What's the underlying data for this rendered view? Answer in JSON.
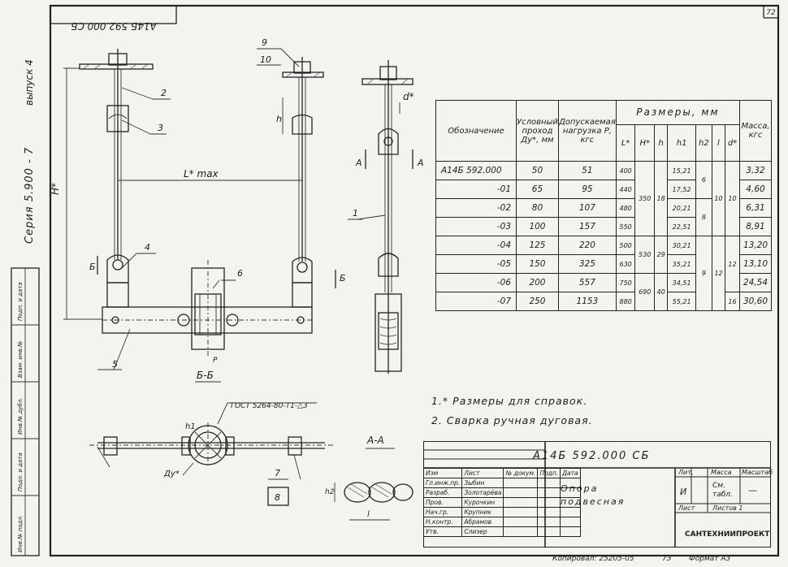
{
  "sheet": {
    "page_number": "72",
    "mirrored_code": "А14Б 592.000 СБ",
    "series": "Серия 5.900 - 7",
    "issue": "выпуск 4",
    "copied": "Копировал: 25205-05",
    "copy_page": "73",
    "format": "Формат А3",
    "side_stamp": [
      "Инв.№ подл.",
      "Подп. и дата",
      "Взам. инв.№",
      "Инв.№ дубл.",
      "Подп. и дата"
    ]
  },
  "drawing": {
    "callouts": [
      "1",
      "2",
      "3",
      "4",
      "5",
      "6",
      "7",
      "8",
      "9",
      "10"
    ],
    "dim_H": "H*",
    "dim_L": "L* max",
    "dim_h": "h",
    "dim_d": "d*",
    "section_A": "A",
    "section_B": "Б",
    "view_BB": "Б-Б",
    "view_AA": "А-А",
    "gost": "ГОСТ 5264-80-T1-△3",
    "dim_h1": "h1",
    "dim_h2": "h2",
    "dim_Dy": "Ду*",
    "dim_l": "l",
    "dim_P": "P"
  },
  "table": {
    "headers": {
      "designation": "Обозначение",
      "bore": "Условный проход Ду*, мм",
      "load": "Допускаемая нагрузка Р, кгс",
      "sizes": "Размеры, мм",
      "mass": "Масса, кгс",
      "cols": [
        "L*",
        "H*",
        "h",
        "h1",
        "h2",
        "l",
        "d*"
      ]
    },
    "rows": [
      {
        "code": "А14Б 592.000",
        "bore": "50",
        "load": "51",
        "L": "400",
        "h1": "15,21",
        "mass": "3,32"
      },
      {
        "code": "-01",
        "bore": "65",
        "load": "95",
        "L": "440",
        "h1": "17,52",
        "mass": "4,60"
      },
      {
        "code": "-02",
        "bore": "80",
        "load": "107",
        "L": "480",
        "h1": "20,21",
        "mass": "6,31"
      },
      {
        "code": "-03",
        "bore": "100",
        "load": "157",
        "L": "550",
        "h1": "22,51",
        "mass": "8,91"
      },
      {
        "code": "-04",
        "bore": "125",
        "load": "220",
        "L": "500",
        "h1": "30,21",
        "mass": "13,20"
      },
      {
        "code": "-05",
        "bore": "150",
        "load": "325",
        "L": "630",
        "h1": "35,21",
        "mass": "13,10"
      },
      {
        "code": "-06",
        "bore": "200",
        "load": "557",
        "L": "750",
        "h1": "34,51",
        "mass": "24,54"
      },
      {
        "code": "-07",
        "bore": "250",
        "load": "1153",
        "L": "880",
        "h1": "55,21",
        "mass": "30,60"
      }
    ],
    "merged": {
      "H_1": "350",
      "H_2": "530",
      "H_3": "690",
      "h_1": "18",
      "h_2": "29",
      "h_3": "40",
      "h2_1": "6",
      "h2_2": "8",
      "h2_3": "9",
      "l_1": "10",
      "l_2": "12",
      "d_1": "10",
      "d_2": "12",
      "d_3": "16"
    }
  },
  "notes": [
    "1.* Размеры для справок.",
    "2. Сварка ручная дуговая."
  ],
  "title_block": {
    "designation": "А14Б 592.000 СБ",
    "name_line1": "Опора",
    "name_line2": "подвесная",
    "col_lit": "Лит.",
    "col_mass": "Масса",
    "col_scale": "Масштаб",
    "lit_value": "И",
    "mass_value": "См. табл.",
    "scale_value": "—",
    "sheet_label": "Лист",
    "sheets_label": "Листов 1",
    "org": "САНТЕХНИИПРОЕКТ",
    "head_cols": [
      "Изм",
      "Лист",
      "№ докум.",
      "Подп.",
      "Дата"
    ],
    "people": [
      {
        "role": "Гл.инж.пр.",
        "name": "Зыбин"
      },
      {
        "role": "Разраб.",
        "name": "Золотарёва"
      },
      {
        "role": "Пров.",
        "name": "Курочкин"
      },
      {
        "role": "Нач.гр.",
        "name": "Крупник"
      },
      {
        "role": "Н.контр.",
        "name": "Абрамов"
      },
      {
        "role": "Утв.",
        "name": "Слизер"
      }
    ]
  }
}
